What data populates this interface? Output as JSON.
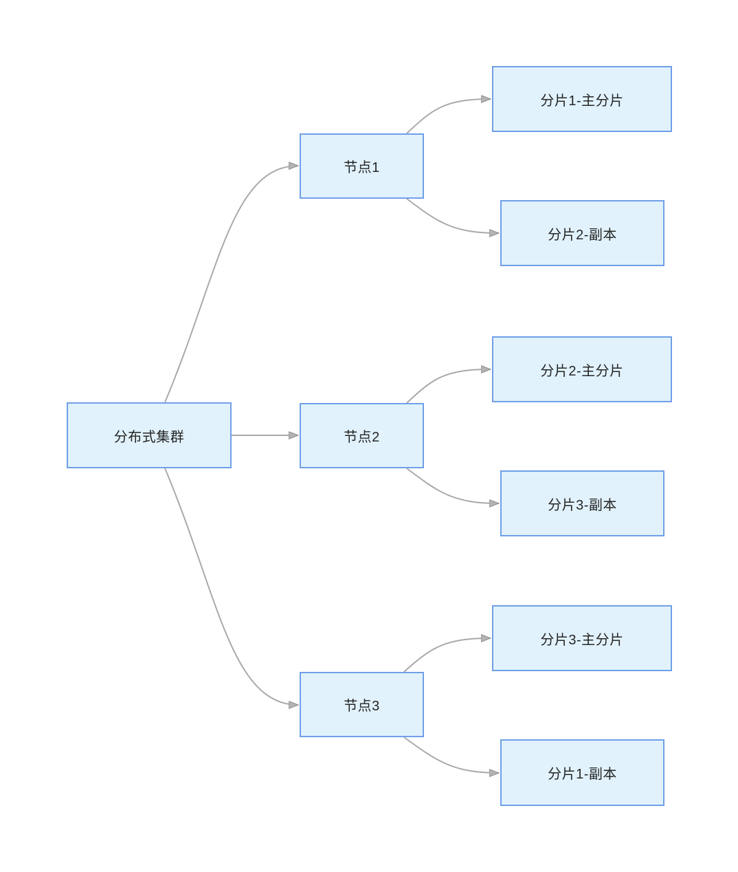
{
  "diagram": {
    "kind": "tree-flowchart",
    "direction": "left-to-right"
  },
  "nodes": {
    "root": {
      "label": "分布式集群"
    },
    "node1": {
      "label": "节点1"
    },
    "node2": {
      "label": "节点2"
    },
    "node3": {
      "label": "节点3"
    },
    "shard1_primary": {
      "label": "分片1-主分片"
    },
    "shard2_replica": {
      "label": "分片2-副本"
    },
    "shard2_primary": {
      "label": "分片2-主分片"
    },
    "shard3_replica": {
      "label": "分片3-副本"
    },
    "shard3_primary": {
      "label": "分片3-主分片"
    },
    "shard1_replica": {
      "label": "分片1-副本"
    }
  },
  "edges": [
    {
      "from": "root",
      "to": "node1"
    },
    {
      "from": "root",
      "to": "node2"
    },
    {
      "from": "root",
      "to": "node3"
    },
    {
      "from": "node1",
      "to": "shard1_primary"
    },
    {
      "from": "node1",
      "to": "shard2_replica"
    },
    {
      "from": "node2",
      "to": "shard2_primary"
    },
    {
      "from": "node2",
      "to": "shard3_replica"
    },
    {
      "from": "node3",
      "to": "shard3_primary"
    },
    {
      "from": "node3",
      "to": "shard1_replica"
    }
  ],
  "colors": {
    "node_fill": "#e1f2fc",
    "node_border": "#6f9fe8",
    "connector": "#a9a9a9",
    "arrowhead_fill": "#b3b3b3",
    "arrowhead_stroke": "#8c8c8c",
    "text": "#252525",
    "background": "#ffffff"
  }
}
